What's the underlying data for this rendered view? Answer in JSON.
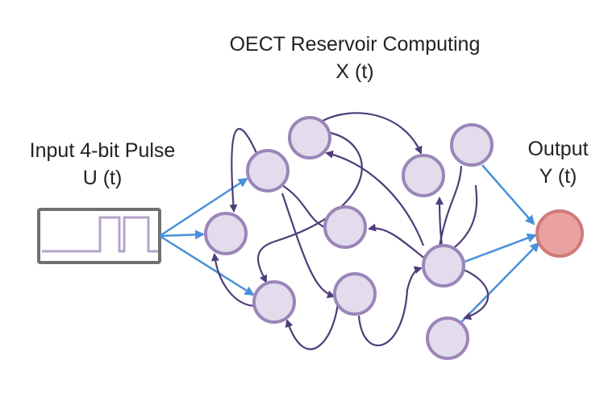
{
  "title": {
    "line1": "OECT Reservoir Computing",
    "line2": "X (t)"
  },
  "input": {
    "line1": "Input 4-bit Pulse",
    "line2": "U (t)"
  },
  "output": {
    "line1": "Output",
    "line2": "Y (t)"
  },
  "colors": {
    "node_fill": "#e3dcec",
    "node_stroke": "#9b85b8",
    "edge": "#4e3d78",
    "input_edge": "#4a90d9",
    "output_fill": "#eaa1a1",
    "output_stroke": "#d17a7a",
    "box": "#707070",
    "pulse": "#b4a4c8"
  }
}
